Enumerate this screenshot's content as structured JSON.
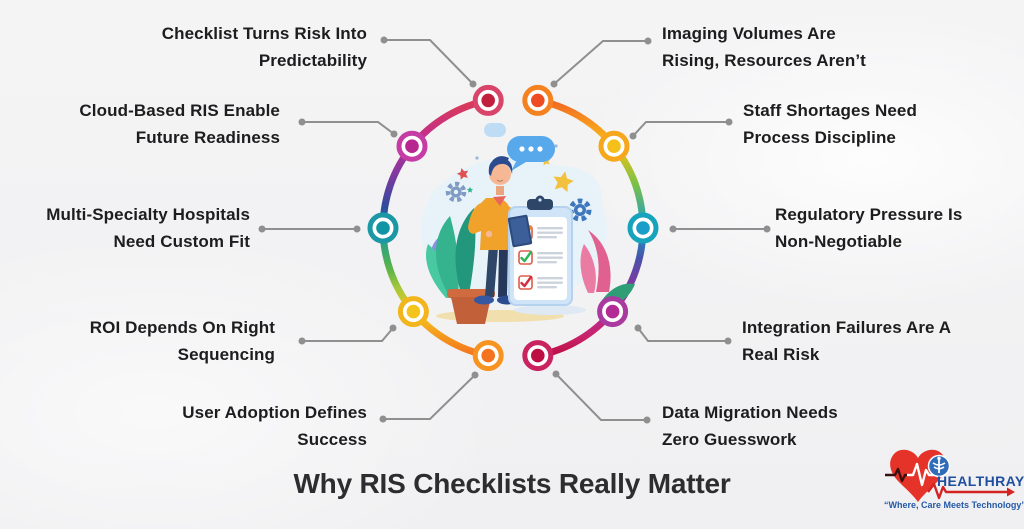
{
  "title": "Why RIS Checklists Really Matter",
  "colors": {
    "background": "#f2f2f3",
    "label_text": "#1d1d1f",
    "title_text": "#2d2d2f",
    "connector_gray": "#8f8f8f",
    "logo_blue": "#1f4e9e",
    "logo_red": "#e6332a"
  },
  "diagram": {
    "items": [
      {
        "line1": "Checklist Turns Risk Into",
        "line2": "Predictability",
        "side": "left",
        "node_color": "#c01f3e",
        "ring_color": "#d8446a"
      },
      {
        "line1": "Imaging Volumes Are",
        "line2": "Rising, Resources Aren’t",
        "side": "right",
        "node_color": "#ee4d23",
        "ring_color": "#f58220"
      },
      {
        "line1": "Cloud-Based RIS Enable",
        "line2": "Future Readiness",
        "side": "left",
        "node_color": "#b7278f",
        "ring_color": "#c53da4"
      },
      {
        "line1": "Staff Shortages Need",
        "line2": "Process Discipline",
        "side": "right",
        "node_color": "#f6c01a",
        "ring_color": "#f6a71b"
      },
      {
        "line1": "Multi-Specialty Hospitals",
        "line2": "Need Custom Fit",
        "side": "left",
        "node_color": "#1095a5",
        "ring_color": "#1b97a5"
      },
      {
        "line1": "Regulatory Pressure Is",
        "line2": "Non-Negotiable",
        "side": "right",
        "node_color": "#1a9dc8",
        "ring_color": "#18a3bc"
      },
      {
        "line1": "ROI Depends On Right",
        "line2": "Sequencing",
        "side": "left",
        "node_color": "#f5c41c",
        "ring_color": "#f2b51d"
      },
      {
        "line1": "Integration Failures Are A",
        "line2": "Real Risk",
        "side": "right",
        "node_color": "#b32b94",
        "ring_color": "#a93aa0"
      },
      {
        "line1": "User Adoption Defines",
        "line2": "Success",
        "side": "left",
        "node_color": "#f4731f",
        "ring_color": "#f79320"
      },
      {
        "line1": "Data Migration Needs",
        "line2": "Zero Guesswork",
        "side": "right",
        "node_color": "#bd0e44",
        "ring_color": "#c9245f"
      }
    ]
  },
  "logo": {
    "brand": "HEALTHRAY",
    "tagline": "“Where, Care Meets Technology”"
  }
}
